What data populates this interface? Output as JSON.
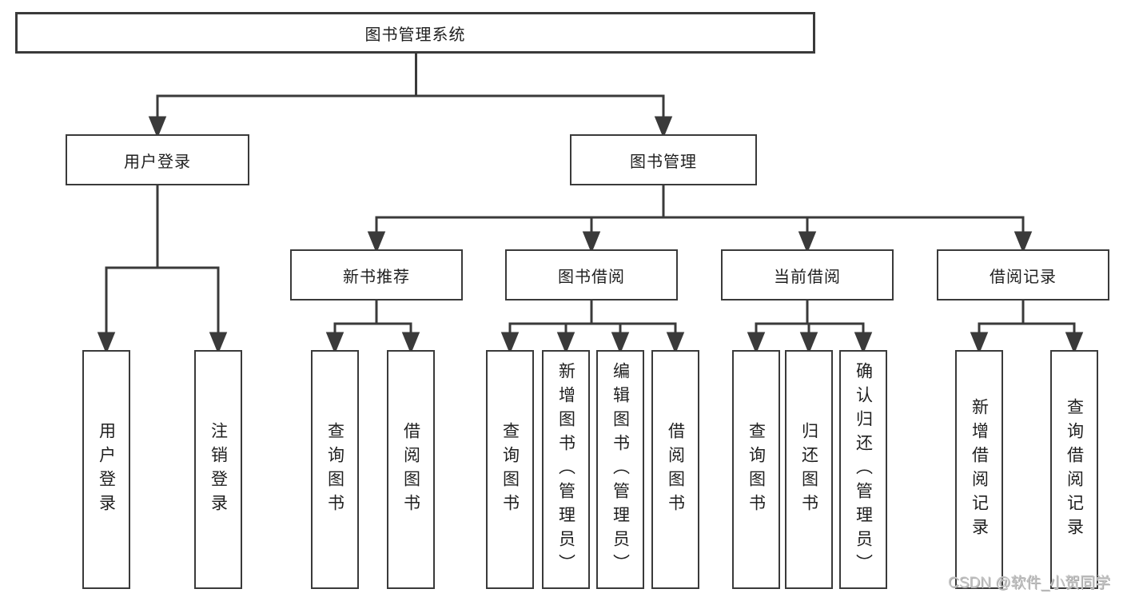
{
  "nodes": {
    "root": "图书管理系统",
    "user_login": "用户登录",
    "book_mgmt": "图书管理",
    "new_book_recommend": "新书推荐",
    "book_borrow": "图书借阅",
    "current_borrow": "当前借阅",
    "borrow_record": "借阅记录",
    "login": "用户登录",
    "logout": "注销登录",
    "recommend_query_book": "查询图书",
    "recommend_borrow_book": "借阅图书",
    "borrow_query_book": "查询图书",
    "borrow_add_book": "新增图书（管理员）",
    "borrow_edit_book": "编辑图书（管理员）",
    "borrow_borrow_book": "借阅图书",
    "current_query_book": "查询图书",
    "current_return_book": "归还图书",
    "current_confirm_return": "确认归还（管理员）",
    "record_add": "新增借阅记录",
    "record_query": "查询借阅记录"
  },
  "watermark": "CSDN @软件_小贺同学"
}
